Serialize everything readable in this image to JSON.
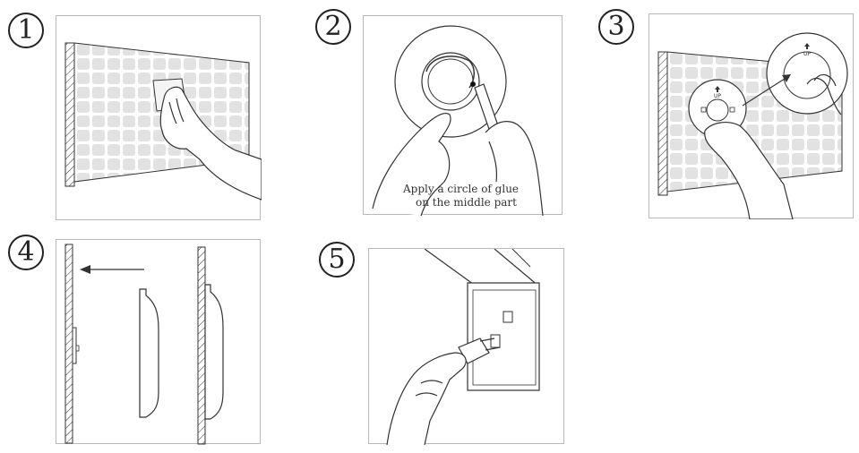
{
  "steps": [
    {
      "number": "1"
    },
    {
      "number": "2",
      "caption_line1": "Apply a circle of glue",
      "caption_line2": "on the middle part"
    },
    {
      "number": "3",
      "mount_label": "UP",
      "base_label": "UP"
    },
    {
      "number": "4"
    },
    {
      "number": "5"
    }
  ],
  "colors": {
    "line": "#333333",
    "tile": "#e2e2e2",
    "frame": "#b8b8b8"
  },
  "icons": [
    "hand-icon",
    "cloth-icon",
    "glue-tube-icon",
    "arrow-icon",
    "plug-icon"
  ]
}
